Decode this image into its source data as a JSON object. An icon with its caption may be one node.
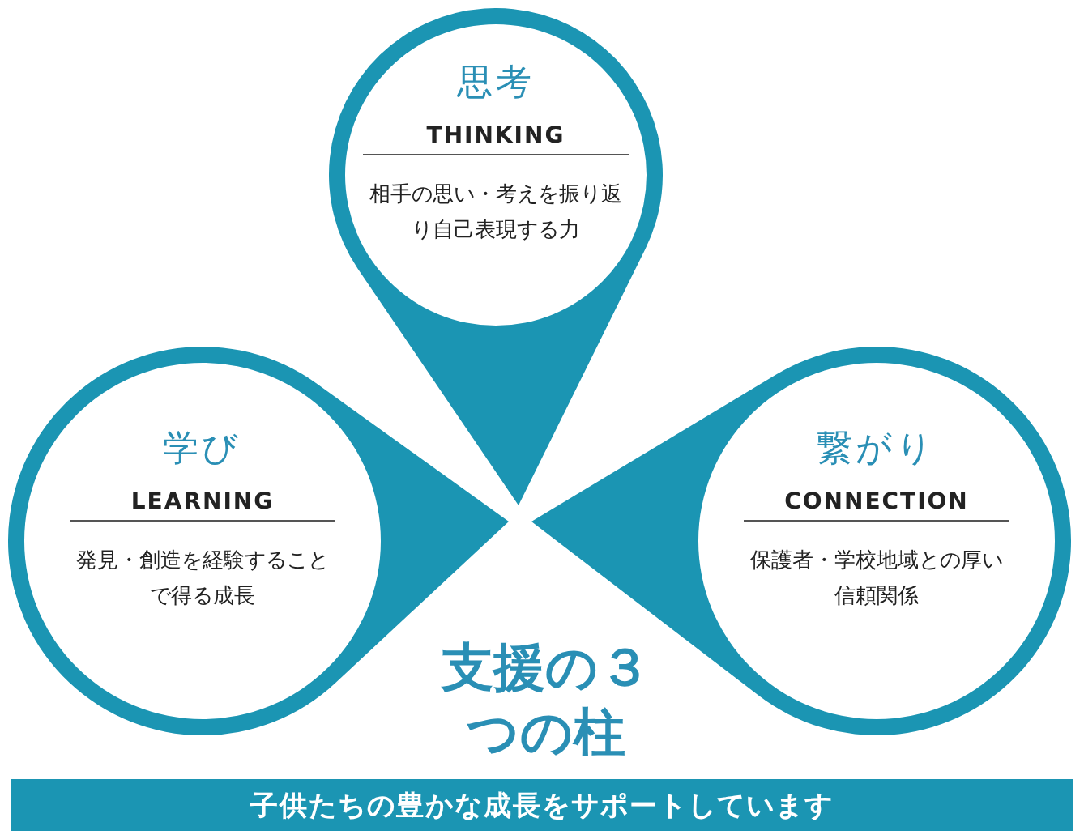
{
  "diagram": {
    "nodes": [
      {
        "text": [
          "思考",
          "THINKING",
          "相手の思い・考えを振り返り自己表現する力"
        ]
      },
      {
        "text": [
          "学び",
          "LEARNING",
          "発見・創造を経験することで得る成長"
        ]
      },
      {
        "text": [
          "繋がり",
          "CONNECTION",
          "保護者・学校地域との厚い信頼関係"
        ]
      },
      {
        "text": [
          "子供たちの豊かな成長をサポートしています"
        ]
      }
    ],
    "edges": [],
    "labels": [
      "支援の３つの柱"
    ]
  }
}
